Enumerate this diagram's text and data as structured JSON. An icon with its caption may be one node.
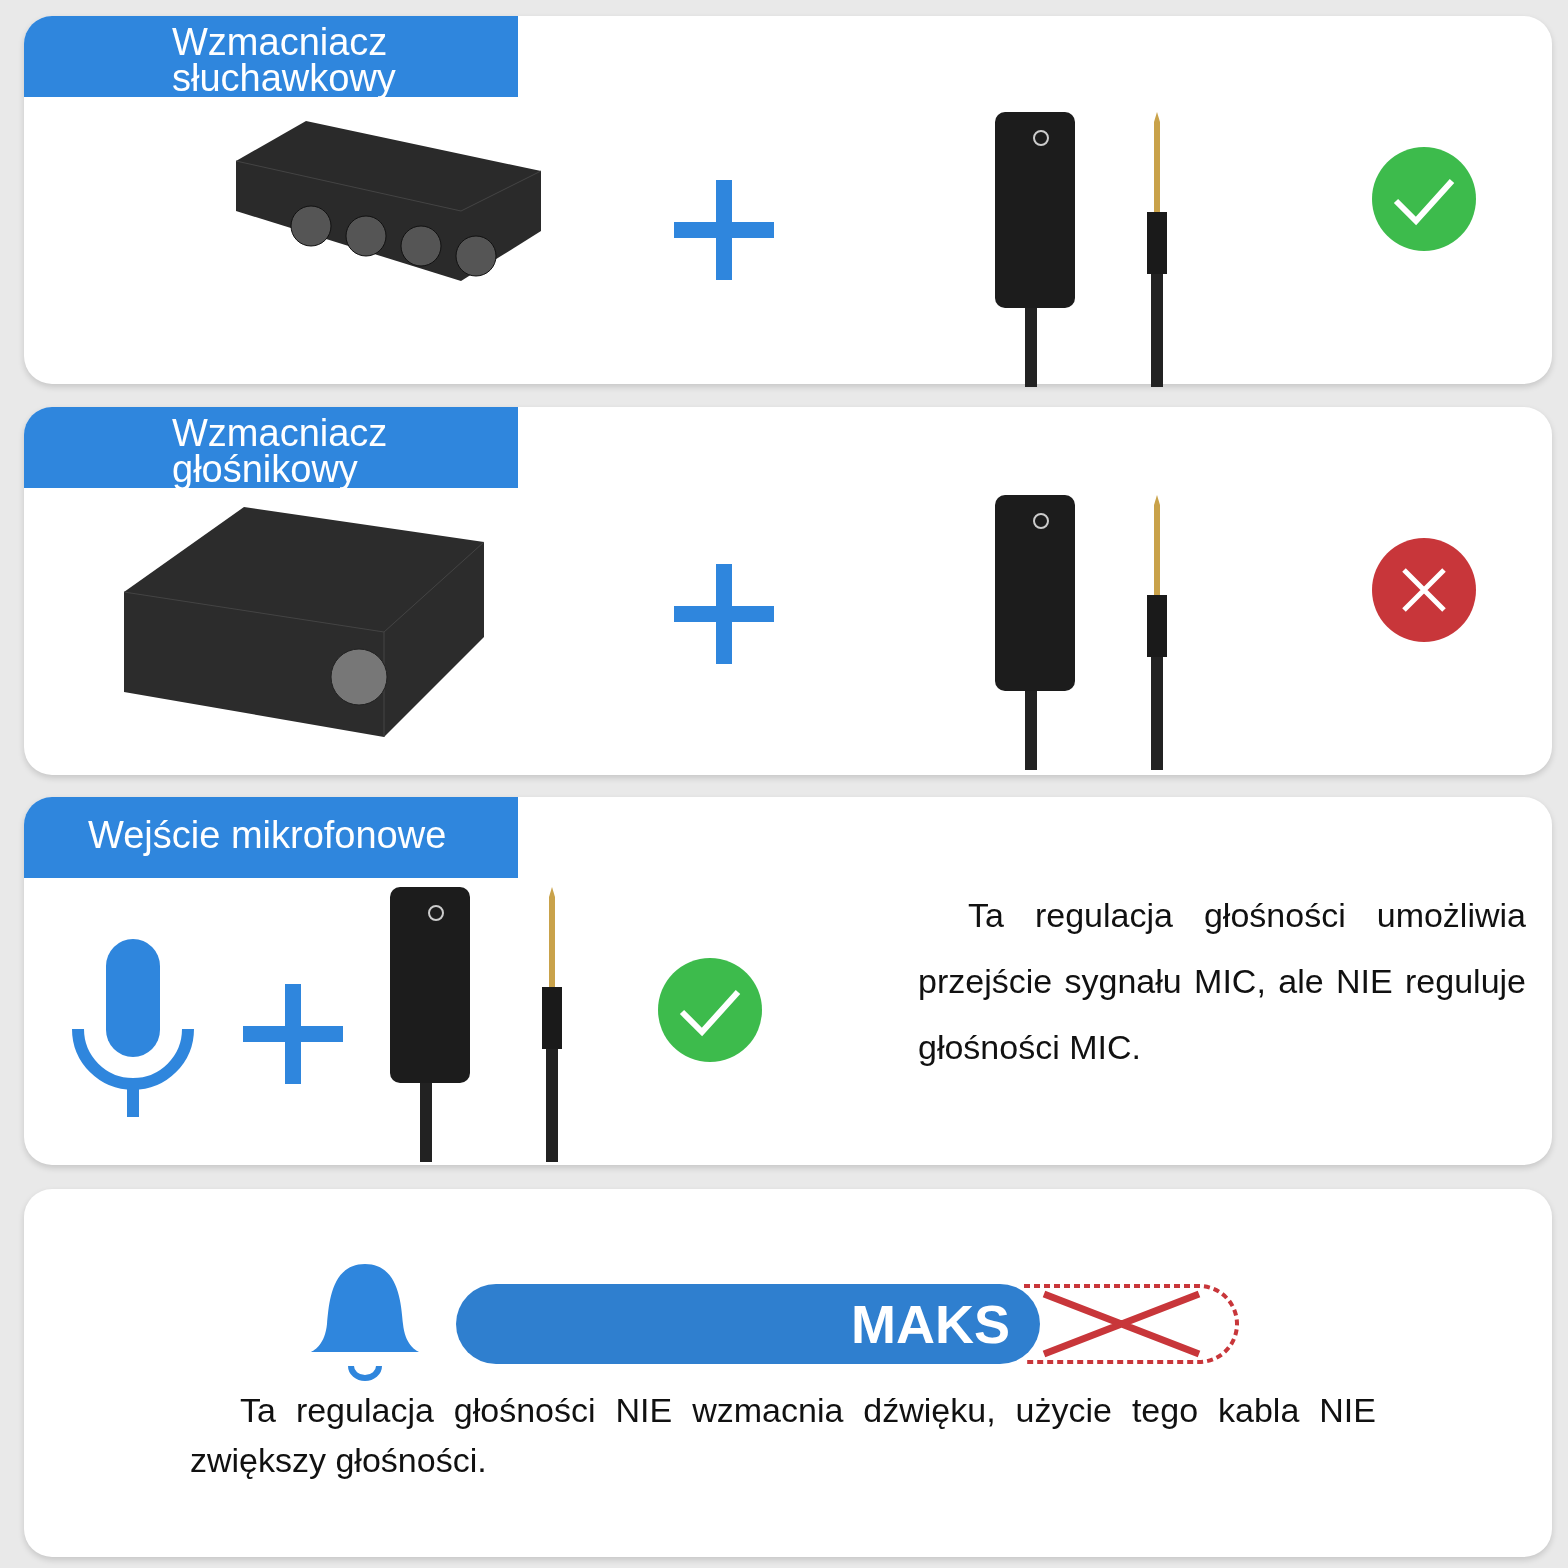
{
  "diagram": {
    "nodes": [
      {
        "text": [
          "Wzmacniacz słuchawkowy"
        ]
      },
      {
        "text": [
          "Wzmacniacz głośnikowy"
        ]
      },
      {
        "text": [
          "Wejście mikrofonowe",
          "Ta regulacja głośności umożliwia przejście sygnału MIC, ale NIE reguluje głośności MIC."
        ]
      },
      {
        "text": [
          "Ta regulacja głośności NIE wzmacnia dźwięku, użycie tego kabla NIE zwiększy głośności."
        ]
      },
      {
        "text": [
          "MAKS"
        ],
        "in": 3
      }
    ]
  }
}
